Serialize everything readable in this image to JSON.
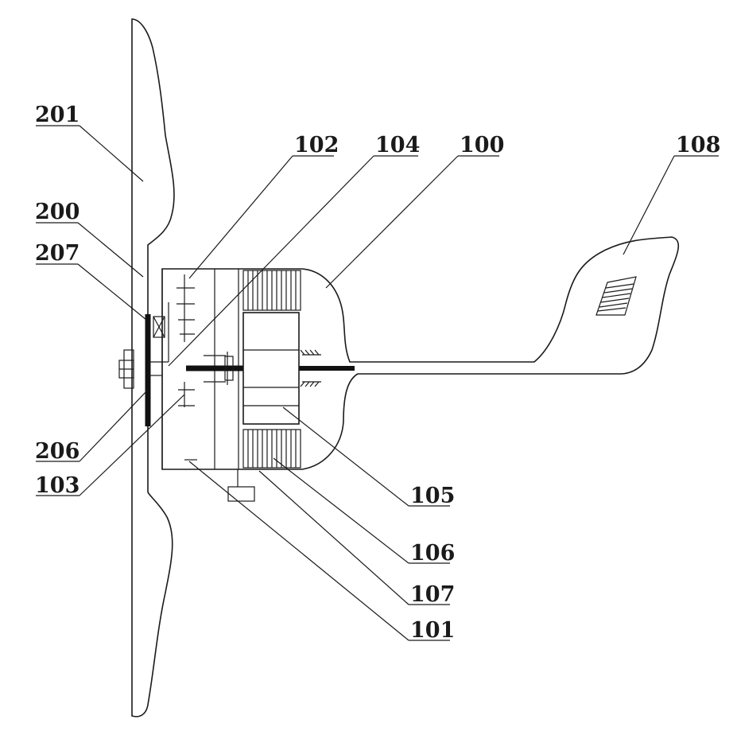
{
  "labels": {
    "l201": "201",
    "l200": "200",
    "l207": "207",
    "l102": "102",
    "l104": "104",
    "l100": "100",
    "l108": "108",
    "l206": "206",
    "l103": "103",
    "l105": "105",
    "l106": "106",
    "l107": "107",
    "l101": "101"
  }
}
